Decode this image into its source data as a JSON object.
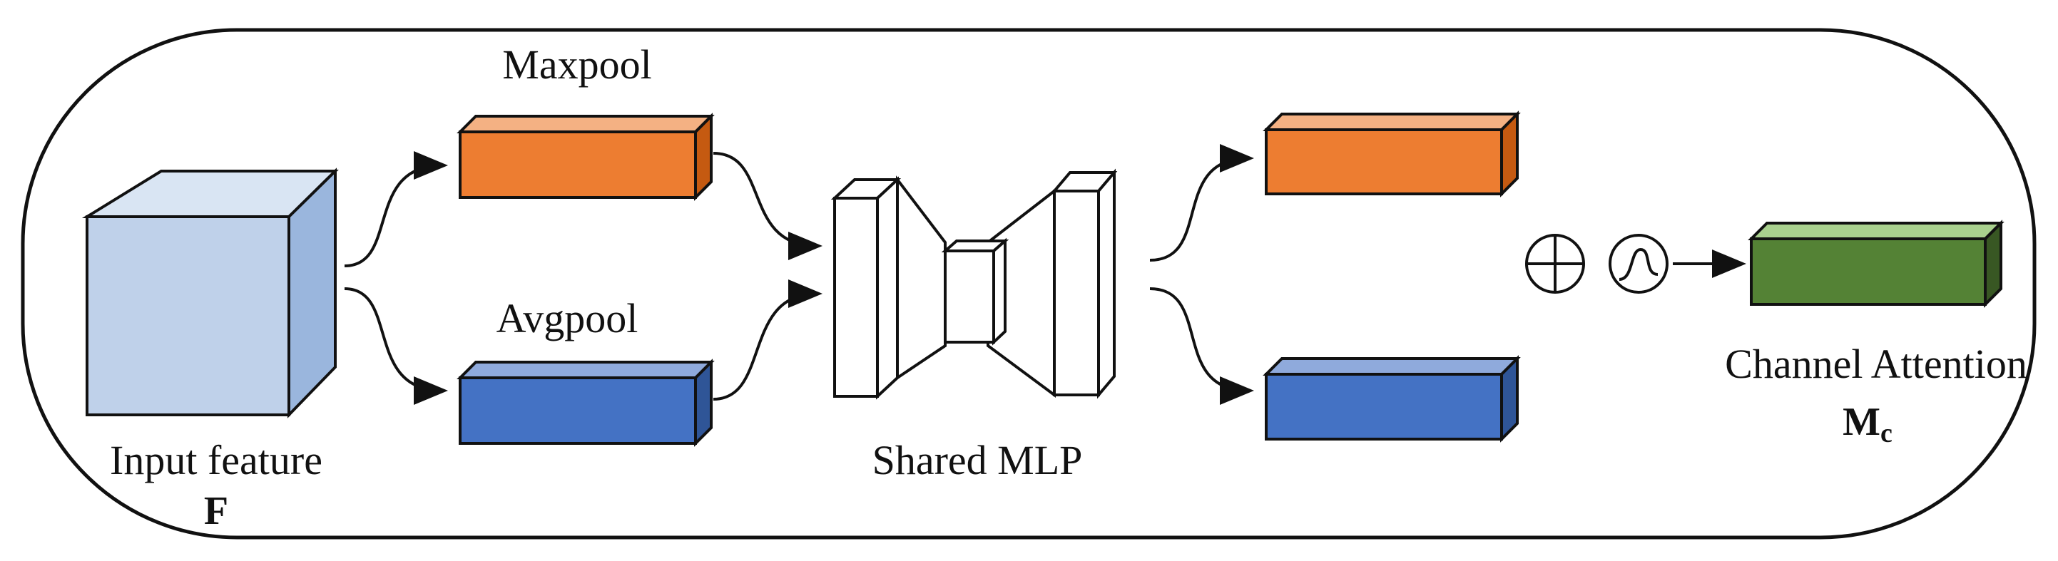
{
  "labels": {
    "input_feature": "Input feature",
    "input_symbol": "F",
    "maxpool": "Maxpool",
    "avgpool": "Avgpool",
    "shared_mlp": "Shared MLP",
    "channel_attention": "Channel Attention",
    "output_symbol": "M",
    "output_subscript": "c"
  },
  "icons": {
    "sum": "circled-plus-icon",
    "sigmoid": "sigmoid-icon"
  },
  "colors": {
    "input_cube_front": "#bfd1ea",
    "input_cube_top": "#d9e5f3",
    "input_cube_side": "#9ab6dd",
    "maxpool_front": "#ed7d31",
    "maxpool_top": "#f4b183",
    "maxpool_side": "#c55a11",
    "avgpool_front": "#4472c4",
    "avgpool_top": "#8faadc",
    "avgpool_side": "#2f5597",
    "attention_front": "#548235",
    "attention_top": "#a9d18e",
    "attention_side": "#385723"
  }
}
